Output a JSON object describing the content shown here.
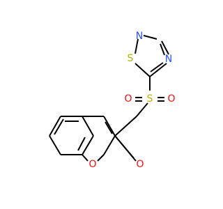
{
  "colors": {
    "bond": "#000000",
    "sulfur": "#b4b400",
    "nitrogen": "#3050f8",
    "oxygen": "#ff0d0d",
    "background": "#ffffff"
  },
  "atoms": {
    "thiadiazole_n_top": "N",
    "thiadiazole_s": "S",
    "thiadiazole_n_right": "N",
    "sulfonyl_s": "S",
    "sulfonyl_o_left": "O",
    "sulfonyl_o_right": "O",
    "ring_o": "O",
    "carbonyl_o": "O"
  }
}
